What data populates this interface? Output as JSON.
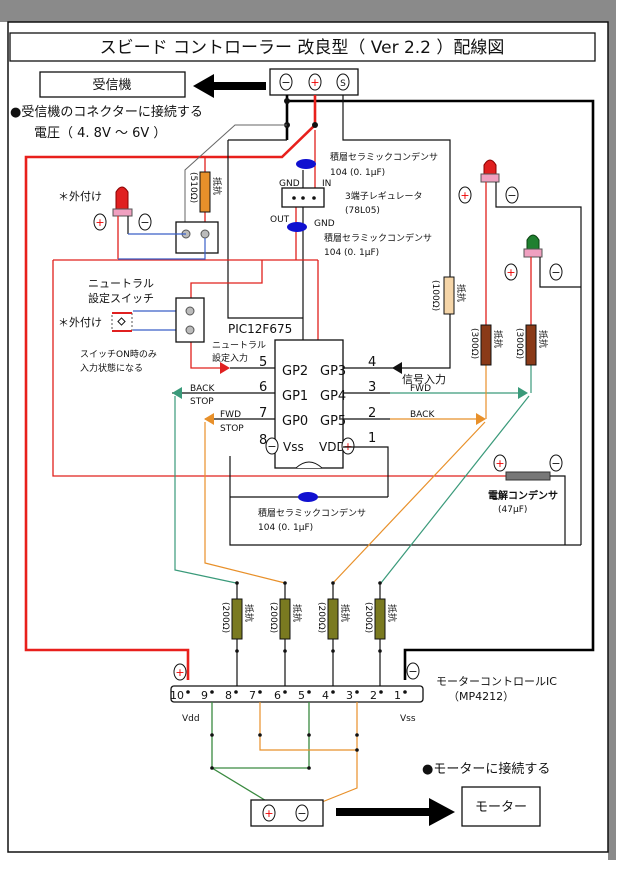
{
  "title": "スビード コントローラー 改良型（ Ver 2.2 ）配線図",
  "receiver": {
    "box_label": "受信機",
    "connect_note": "●受信機のコネクターに接続する",
    "voltage_note": "電圧（ 4. 8V ～ 6V ）",
    "terminals": [
      "−",
      "+",
      "S"
    ]
  },
  "symbols": {
    "plus": "+",
    "minus": "−"
  },
  "regulator": {
    "name": "3端子レギュレータ",
    "part": "(78L05)",
    "gnd": "GND",
    "in": "IN",
    "out": "OUT",
    "gnd2": "GND"
  },
  "ceramic_cap": {
    "name": "積層セラミックコンデンサ",
    "value": "104 (0. 1μF)"
  },
  "electrolytic_cap": {
    "name": "電解コンデンサ",
    "value": "(47μF)"
  },
  "resistors": {
    "label": "抵抗",
    "r510": "(510Ω)",
    "r100": "(100Ω)",
    "r300": "(300Ω)",
    "r200": "(200Ω)"
  },
  "led": {
    "external_label": "＊外付け"
  },
  "neutral_switch": {
    "title_line1": "ニュートラル",
    "title_line2": "設定スイッチ",
    "external_label": "＊外付け",
    "note_line1": "スイッチON時のみ",
    "note_line2": "入力状態になる"
  },
  "pic": {
    "name": "PIC12F675",
    "left_pins": [
      {
        "num": "5",
        "name": "GP2"
      },
      {
        "num": "6",
        "name": "GP1"
      },
      {
        "num": "7",
        "name": "GP0"
      },
      {
        "num": "8",
        "name": "Vss"
      }
    ],
    "right_pins": [
      {
        "num": "4",
        "name": "GP3"
      },
      {
        "num": "3",
        "name": "GP4"
      },
      {
        "num": "2",
        "name": "GP5"
      },
      {
        "num": "1",
        "name": "VDD"
      }
    ],
    "neutral_input_line1": "ニュートラル",
    "neutral_input_line2": "設定入力",
    "signal_input": "信号入力",
    "gp1_label1": "BACK",
    "gp1_label2": "STOP",
    "gp0_label1": "FWD",
    "gp0_label2": "STOP",
    "gp4_label": "FWD",
    "gp5_label": "BACK"
  },
  "motor_ic": {
    "name": "モーターコントロールIC",
    "part": "（MP4212）",
    "pins": [
      "10",
      "9",
      "8",
      "7",
      "6",
      "5",
      "4",
      "3",
      "2",
      "1"
    ],
    "vdd": "Vdd",
    "vss": "Vss"
  },
  "motor": {
    "connect_note": "●モーターに接続する",
    "box_label": "モーター"
  },
  "colors": {
    "power_wire": "#e8201c",
    "ground_wire": "#000000",
    "fwd_wire": "#3a9a7a",
    "back_wire": "#e8902a",
    "switch_wire": "#3a5fc8",
    "ceramic_cap": "#1010d0",
    "led_red": "#e02020",
    "led_green": "#208030"
  }
}
